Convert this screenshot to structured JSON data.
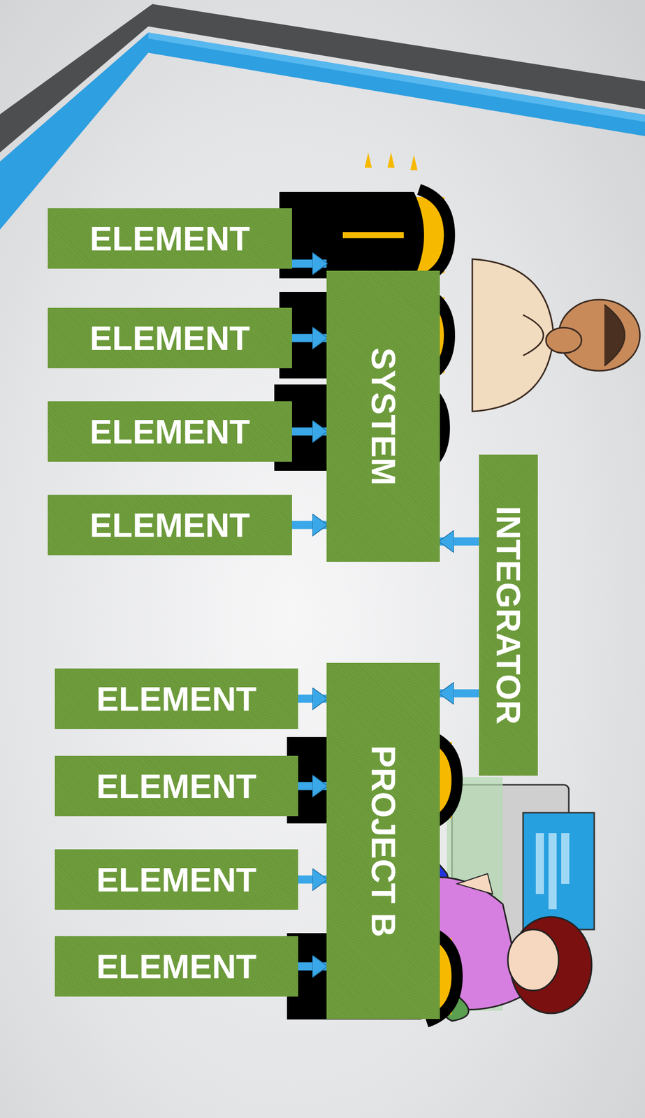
{
  "diagram": {
    "nodes": [
      {
        "text": [
          "ELEMENT"
        ]
      },
      {
        "text": [
          "ELEMENT"
        ]
      },
      {
        "text": [
          "ELEMENT"
        ]
      },
      {
        "text": [
          "ELEMENT"
        ]
      },
      {
        "text": [
          "SYSTEM"
        ]
      },
      {
        "text": [
          "ELEMENT"
        ]
      },
      {
        "text": [
          "ELEMENT"
        ]
      },
      {
        "text": [
          "ELEMENT"
        ]
      },
      {
        "text": [
          "ELEMENT"
        ]
      },
      {
        "text": [
          "PROJECT B"
        ]
      },
      {
        "text": [
          "INTEGRATOR"
        ]
      }
    ],
    "edges": [
      {
        "from": 0,
        "to": 4,
        "arrow": "to"
      },
      {
        "from": 1,
        "to": 4,
        "arrow": "to"
      },
      {
        "from": 2,
        "to": 4,
        "arrow": "to"
      },
      {
        "from": 3,
        "to": 4,
        "arrow": "to"
      },
      {
        "from": 5,
        "to": 9,
        "arrow": "to"
      },
      {
        "from": 6,
        "to": 9,
        "arrow": "to"
      },
      {
        "from": 7,
        "to": 9,
        "arrow": "to"
      },
      {
        "from": 8,
        "to": 9,
        "arrow": "to"
      },
      {
        "from": 10,
        "to": 4,
        "arrow": "to"
      },
      {
        "from": 10,
        "to": 9,
        "arrow": "to"
      }
    ]
  }
}
